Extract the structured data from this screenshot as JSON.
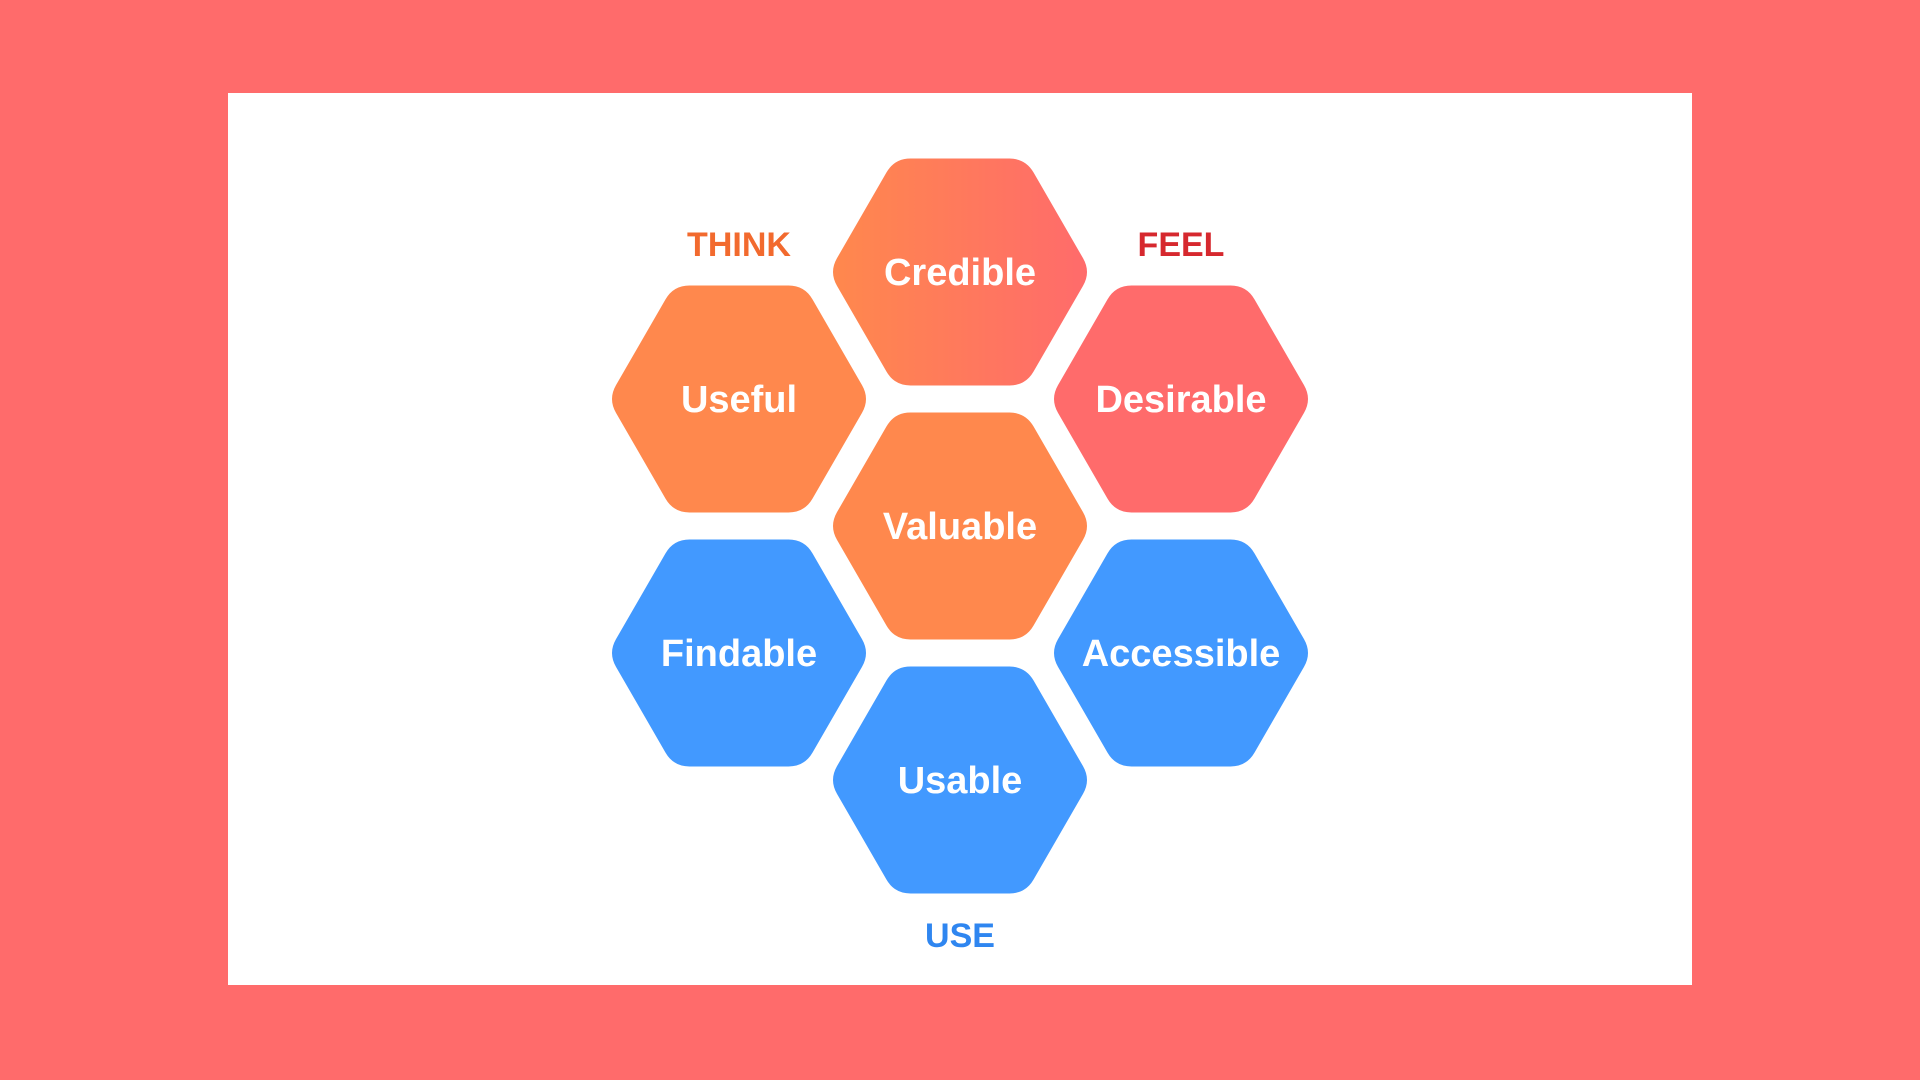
{
  "colors": {
    "background": "#FF6B6B",
    "card": "#FFFFFF",
    "think": "#FF884D",
    "feel": "#FF6B6B",
    "use": "#4299FF",
    "think_label": "#F26A2E",
    "feel_label": "#D6282E",
    "use_label": "#2F86F0"
  },
  "groups": {
    "think": "THINK",
    "feel": "FEEL",
    "use": "USE"
  },
  "hexagons": {
    "credible": {
      "label": "Credible",
      "group": "think-feel"
    },
    "useful": {
      "label": "Useful",
      "group": "think"
    },
    "desirable": {
      "label": "Desirable",
      "group": "feel"
    },
    "valuable": {
      "label": "Valuable",
      "group": "think"
    },
    "findable": {
      "label": "Findable",
      "group": "use"
    },
    "accessible": {
      "label": "Accessible",
      "group": "use"
    },
    "usable": {
      "label": "Usable",
      "group": "use"
    }
  }
}
